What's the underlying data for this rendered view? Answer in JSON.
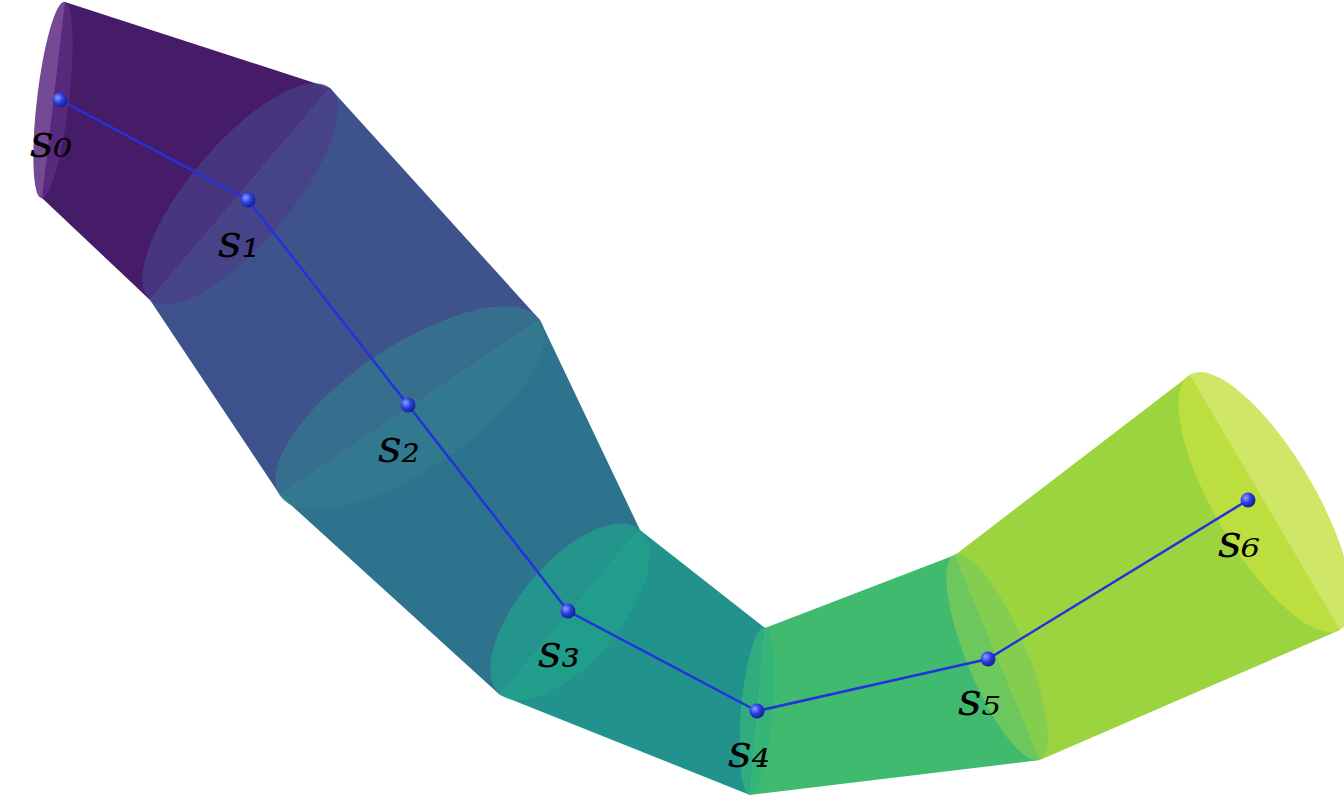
{
  "diagram": {
    "labels": [
      "s₀",
      "s₁",
      "s₂",
      "s₃",
      "s₄",
      "s₅",
      "s₆"
    ]
  }
}
